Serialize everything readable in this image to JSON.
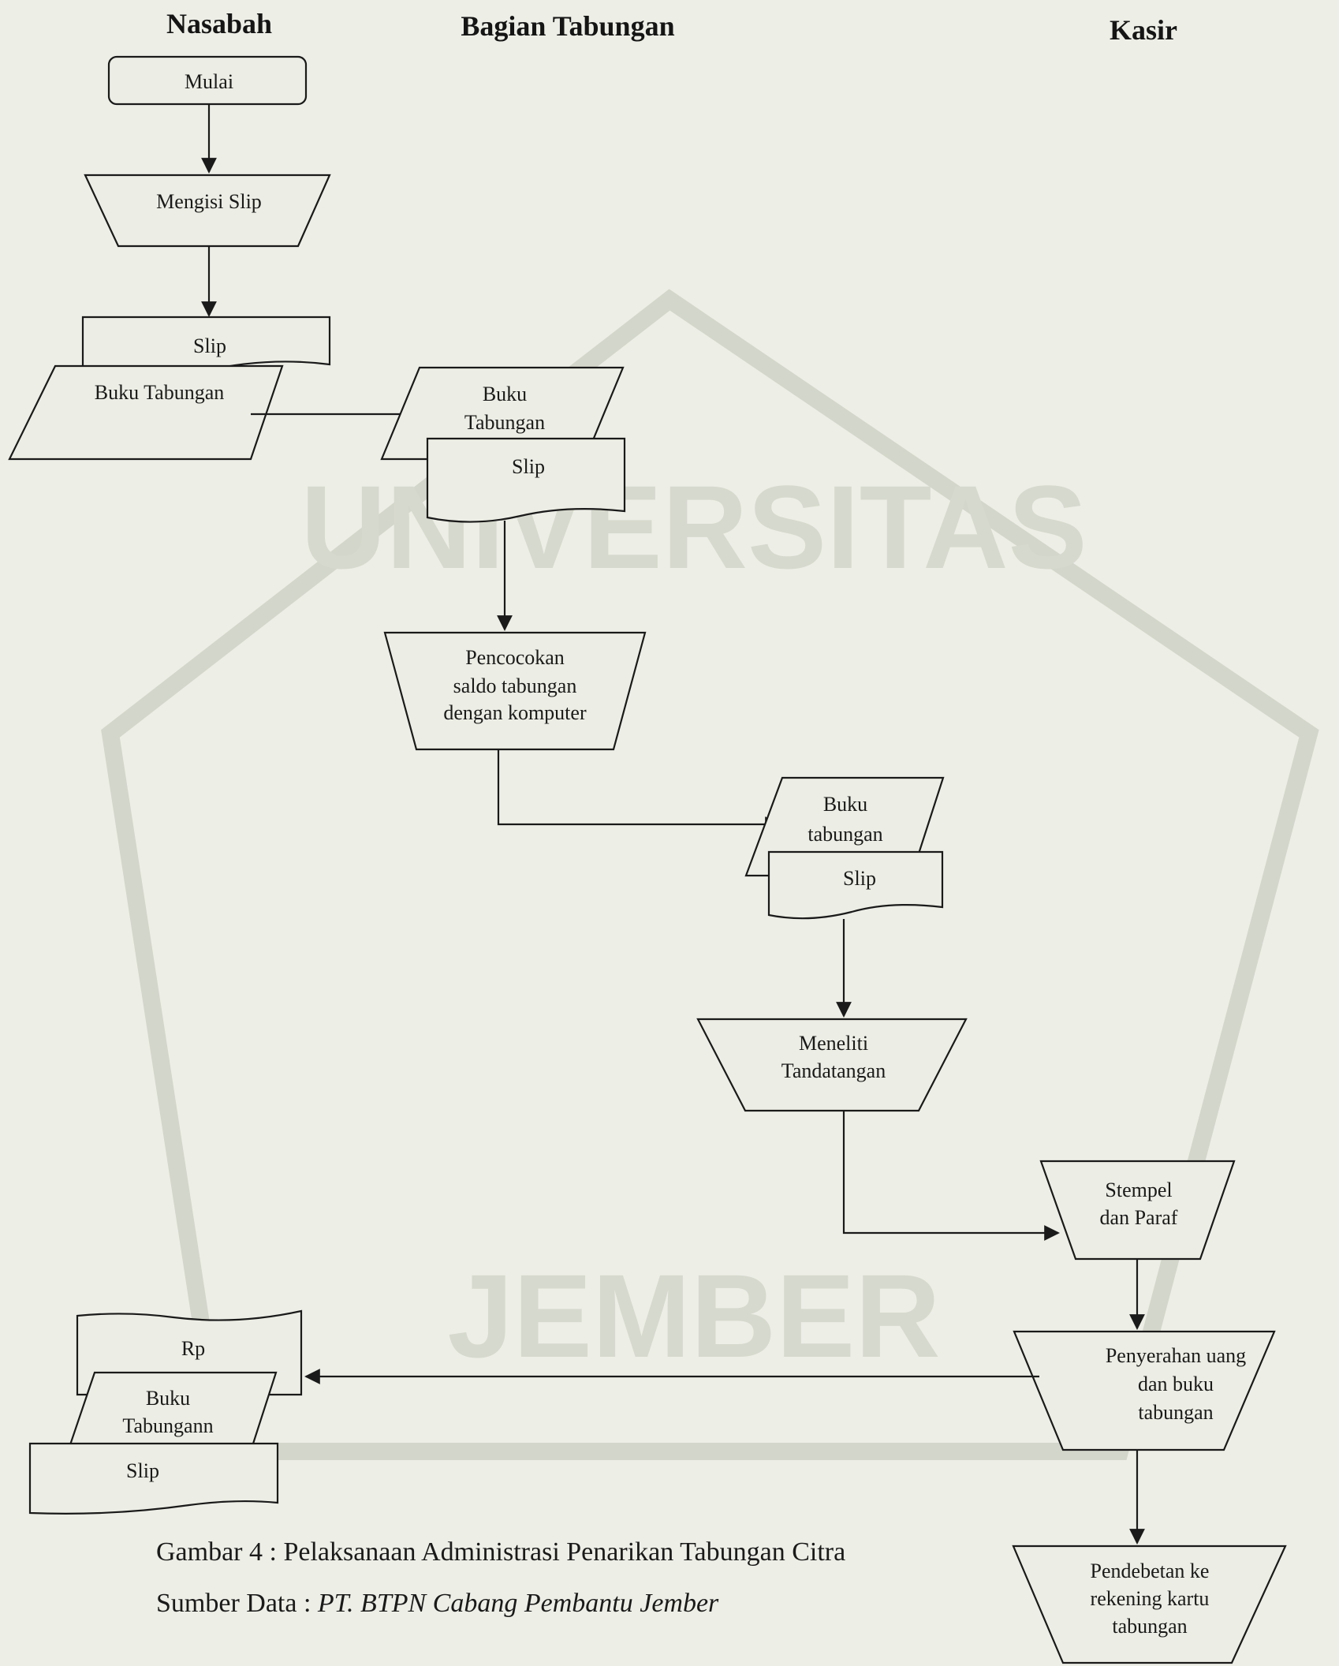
{
  "lanes": {
    "nasabah": "Nasabah",
    "bagian_tabungan": "Bagian Tabungan",
    "kasir": "Kasir"
  },
  "nodes": {
    "mulai": "Mulai",
    "mengisi_slip": "Mengisi Slip",
    "slip_nasabah": "Slip",
    "buku_tabungan_nasabah": "Buku Tabungan",
    "buku_tabungan_bt_line1": "Buku",
    "buku_tabungan_bt_line2": "Tabungan",
    "slip_bt": "Slip",
    "pencocokan_line1": "Pencocokan",
    "pencocokan_line2": "saldo tabungan",
    "pencocokan_line3": "dengan komputer",
    "buku_tabungan_bt2_line1": "Buku",
    "buku_tabungan_bt2_line2": "tabungan",
    "slip_bt2": "Slip",
    "meneliti_line1": "Meneliti",
    "meneliti_line2": "Tandatangan",
    "stempel_line1": "Stempel",
    "stempel_line2": "dan Paraf",
    "penyerahan_line1": "Penyerahan uang",
    "penyerahan_line2": "dan buku",
    "penyerahan_line3": "tabungan",
    "pendebetan_line1": "Pendebetan ke",
    "pendebetan_line2": "rekening kartu",
    "pendebetan_line3": "tabungan",
    "rp": "Rp",
    "buku_tabungann_line1": "Buku",
    "buku_tabungann_line2": "Tabungann",
    "slip_final": "Slip"
  },
  "caption": {
    "figure": "Gambar 4 : Pelaksanaan Administrasi Penarikan Tabungan Citra",
    "source_prefix": "Sumber Data : ",
    "source_italic": "PT. BTPN Cabang Pembantu Jember"
  },
  "watermark": {
    "text_top": "UNIVERSITAS",
    "text_bottom": "JEMBER"
  }
}
